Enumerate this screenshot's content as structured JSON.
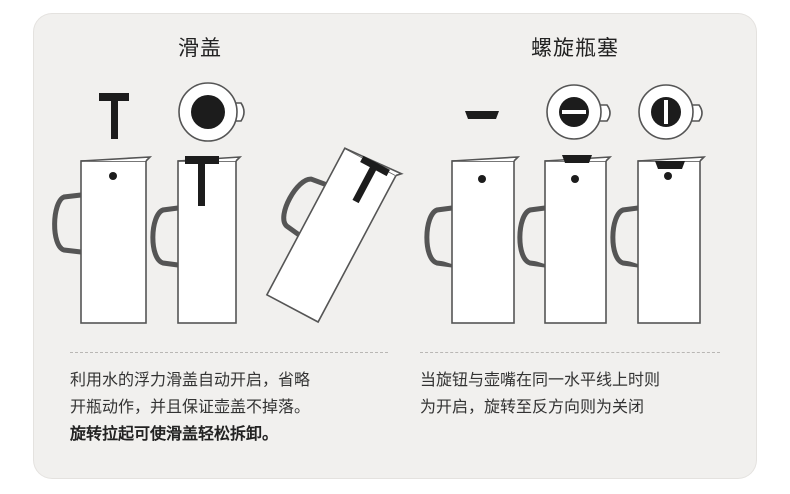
{
  "sections": {
    "left": {
      "title": "滑盖",
      "desc_line1": "利用水的浮力滑盖自动开启，省略",
      "desc_line2": "开瓶动作，并且保证壶盖不掉落。",
      "desc_line3": "旋转拉起可使滑盖轻松拆卸。"
    },
    "right": {
      "title": "螺旋瓶塞",
      "desc_line1": "当旋钮与壶嘴在同一水平线上时则",
      "desc_line2": "为开启，旋转至反方向则为关闭"
    }
  },
  "colors": {
    "card_bg": "#f1f0ee",
    "line": "#444444",
    "fill": "#ffffff",
    "dark": "#1c1c1c"
  }
}
